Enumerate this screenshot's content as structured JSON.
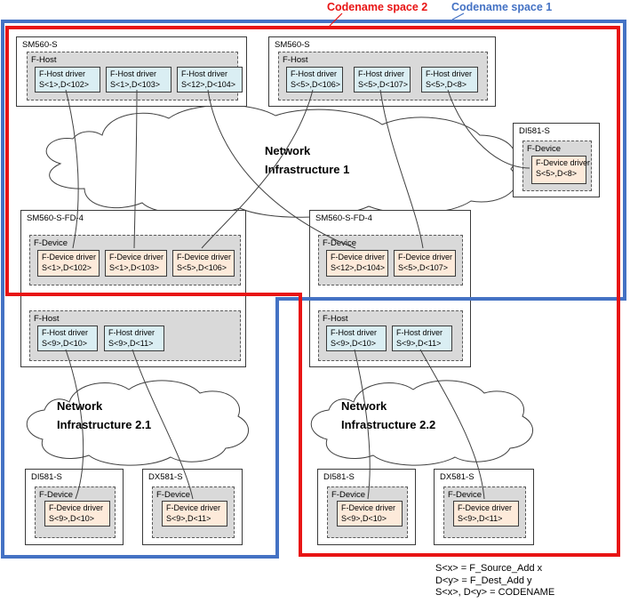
{
  "header": {
    "codename_space_2": "Codename space 2",
    "codename_space_1": "Codename space 1"
  },
  "colors": {
    "space1_blue": "#4472c4",
    "space2_red": "#e81414",
    "fhost_driver_fill": "#daeef3",
    "fdevice_driver_fill": "#fdeada",
    "section_fill": "#d9d9d9"
  },
  "clouds": {
    "net1": {
      "line1": "Network",
      "line2": "Infrastructure 1"
    },
    "net21": {
      "line1": "Network",
      "line2": "Infrastructure 2.1"
    },
    "net22": {
      "line1": "Network",
      "line2": "Infrastructure 2.2"
    }
  },
  "boxes": {
    "sm560_left": {
      "title": "SM560-S",
      "section": "F-Host",
      "drivers": [
        {
          "name": "F-Host driver",
          "codename": "S<1>,D<102>"
        },
        {
          "name": "F-Host driver",
          "codename": "S<1>,D<103>"
        },
        {
          "name": "F-Host driver",
          "codename": "S<12>,D<104>"
        }
      ]
    },
    "sm560_right": {
      "title": "SM560-S",
      "section": "F-Host",
      "drivers": [
        {
          "name": "F-Host driver",
          "codename": "S<5>,D<106>"
        },
        {
          "name": "F-Host driver",
          "codename": "S<5>,D<107>"
        },
        {
          "name": "F-Host driver",
          "codename": "S<5>,D<8>"
        }
      ]
    },
    "di581_top": {
      "title": "DI581-S",
      "section": "F-Device",
      "driver": {
        "name": "F-Device driver",
        "codename": "S<5>,D<8>"
      }
    },
    "fd4_left": {
      "title": "SM560-S-FD-4",
      "fdevice": {
        "label": "F-Device",
        "drivers": [
          {
            "name": "F-Device driver",
            "codename": "S<1>,D<102>"
          },
          {
            "name": "F-Device driver",
            "codename": "S<1>,D<103>"
          },
          {
            "name": "F-Device driver",
            "codename": "S<5>,D<106>"
          }
        ]
      },
      "fhost": {
        "label": "F-Host",
        "drivers": [
          {
            "name": "F-Host driver",
            "codename": "S<9>,D<10>"
          },
          {
            "name": "F-Host driver",
            "codename": "S<9>,D<11>"
          }
        ]
      }
    },
    "fd4_right": {
      "title": "SM560-S-FD-4",
      "fdevice": {
        "label": "F-Device",
        "drivers": [
          {
            "name": "F-Device driver",
            "codename": "S<12>,D<104>"
          },
          {
            "name": "F-Device driver",
            "codename": "S<5>,D<107>"
          }
        ]
      },
      "fhost": {
        "label": "F-Host",
        "drivers": [
          {
            "name": "F-Host driver",
            "codename": "S<9>,D<10>"
          },
          {
            "name": "F-Host driver",
            "codename": "S<9>,D<11>"
          }
        ]
      }
    },
    "di581_bl": {
      "title": "DI581-S",
      "section": "F-Device",
      "driver": {
        "name": "F-Device driver",
        "codename": "S<9>,D<10>"
      }
    },
    "dx581_bl": {
      "title": "DX581-S",
      "section": "F-Device",
      "driver": {
        "name": "F-Device driver",
        "codename": "S<9>,D<11>"
      }
    },
    "di581_br": {
      "title": "DI581-S",
      "section": "F-Device",
      "driver": {
        "name": "F-Device driver",
        "codename": "S<9>,D<10>"
      }
    },
    "dx581_br": {
      "title": "DX581-S",
      "section": "F-Device",
      "driver": {
        "name": "F-Device driver",
        "codename": "S<9>,D<11>"
      }
    }
  },
  "legend": {
    "line1": "S<x> = F_Source_Add x",
    "line2": "D<y> = F_Dest_Add y",
    "line3": "S<x>, D<y> = CODENAME"
  }
}
